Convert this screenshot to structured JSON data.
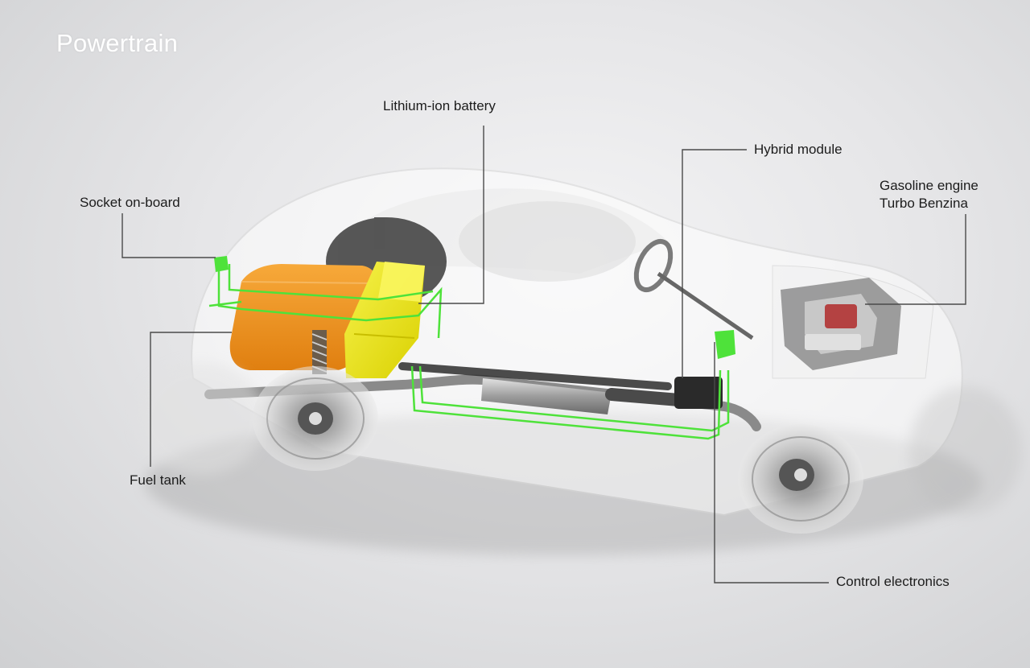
{
  "title": "Powertrain",
  "labels": {
    "lithium_ion_battery": "Lithium-ion battery",
    "hybrid_module": "Hybrid module",
    "gasoline_engine_line1": "Gasoline engine",
    "gasoline_engine_line2": "Turbo Benzina",
    "socket_on_board": "Socket on-board",
    "fuel_tank": "Fuel tank",
    "control_electronics": "Control electronics"
  },
  "colors": {
    "battery_yellow": "#f0ea1a",
    "fuel_tank_orange": "#f39a1e",
    "cable_green": "#4ee23a",
    "leader_line": "#4a4a4a",
    "title_text": "#ffffff"
  }
}
